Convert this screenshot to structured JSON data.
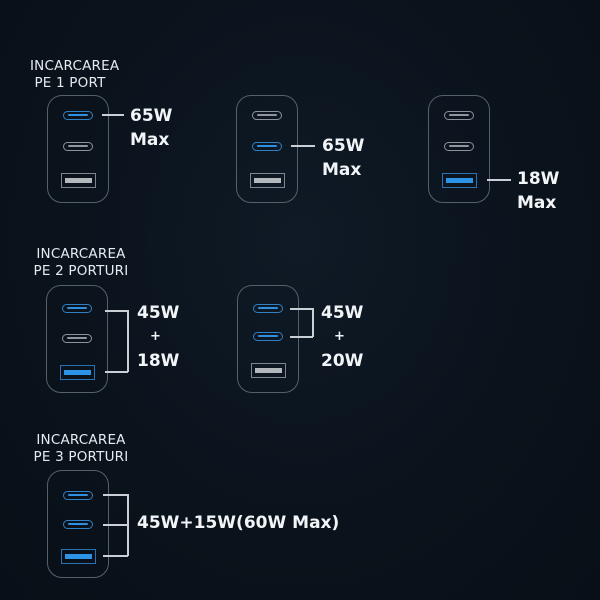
{
  "colors": {
    "background": "#0a121b",
    "charger_outline": "#56606b",
    "inactive_port": "#8f969e",
    "active_port": "#2f8fe0",
    "text": "#f2f5f8"
  },
  "sections": [
    {
      "title_line1": "INCARCAREA",
      "title_line2": "PE 1 PORT",
      "chargers": [
        {
          "active_port": "usb-c-1",
          "watt_line1": "65W",
          "watt_line2": "Max"
        },
        {
          "active_port": "usb-c-2",
          "watt_line1": "65W",
          "watt_line2": "Max"
        },
        {
          "active_port": "usb-a",
          "watt_line1": "18W",
          "watt_line2": "Max"
        }
      ]
    },
    {
      "title_line1": "INCARCAREA",
      "title_line2": "PE 2 PORTURI",
      "chargers": [
        {
          "active_ports": [
            "usb-c-1",
            "usb-a"
          ],
          "watt_line1": "45W",
          "plus": "+",
          "watt_line2": "18W"
        },
        {
          "active_ports": [
            "usb-c-1",
            "usb-c-2"
          ],
          "watt_line1": "45W",
          "plus": "+",
          "watt_line2": "20W"
        }
      ]
    },
    {
      "title_line1": "INCARCAREA",
      "title_line2": "PE 3 PORTURI",
      "chargers": [
        {
          "active_ports": [
            "usb-c-1",
            "usb-c-2",
            "usb-a"
          ],
          "watt_label": "45W+15W(60W Max)"
        }
      ]
    }
  ]
}
